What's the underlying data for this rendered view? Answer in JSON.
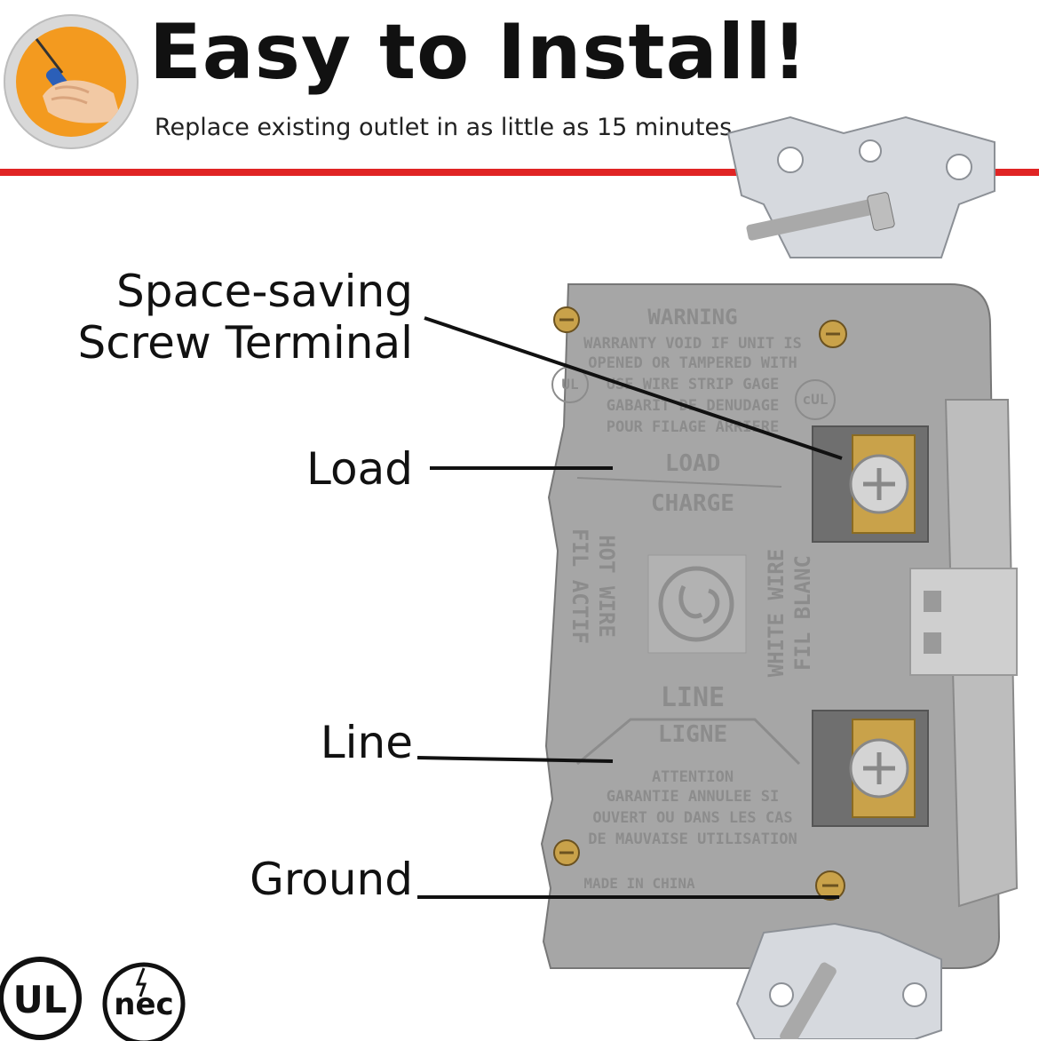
{
  "header": {
    "title": "Easy to Install!",
    "subtitle": "Replace existing outlet in as little as 15 minutes"
  },
  "callouts": {
    "space_saving": [
      "Space-saving",
      "Screw Terminal"
    ],
    "load": "Load",
    "line": "Line",
    "ground": "Ground"
  },
  "device_text": {
    "warning_title": "WARNING",
    "warning_lines": [
      "WARRANTY VOID IF UNIT IS",
      "OPENED OR TAMPERED WITH",
      "USE WIRE STRIP GAGE",
      "GABARIT DE DENUDAGE",
      "POUR FILAGE ARRIERE"
    ],
    "load": "LOAD",
    "charge": "CHARGE",
    "hot_wire": "HOT WIRE",
    "fil_actif": "FIL ACTIF",
    "white_wire": "WHITE WIRE",
    "fil_blanc": "FIL BLANC",
    "line": "LINE",
    "ligne": "LIGNE",
    "attention_lines": [
      "ATTENTION",
      "GARANTIE ANNULEE SI",
      "OUVERT OU DANS LES CAS",
      "DE MAUVAISE UTILISATION"
    ],
    "made_in": "MADE IN CHINA",
    "ul_mark": "UL",
    "cul_mark": "cUL"
  },
  "logos": {
    "ul": "UL",
    "nec": "nec"
  },
  "colors": {
    "accent_red": "#e02424",
    "badge_orange": "#f39a1f",
    "housing_gray": "#a6a6a6",
    "brass": "#c9a24a"
  },
  "icons": {
    "badge": "hand-screwdriver-icon",
    "ge": "ge-logo-icon"
  }
}
